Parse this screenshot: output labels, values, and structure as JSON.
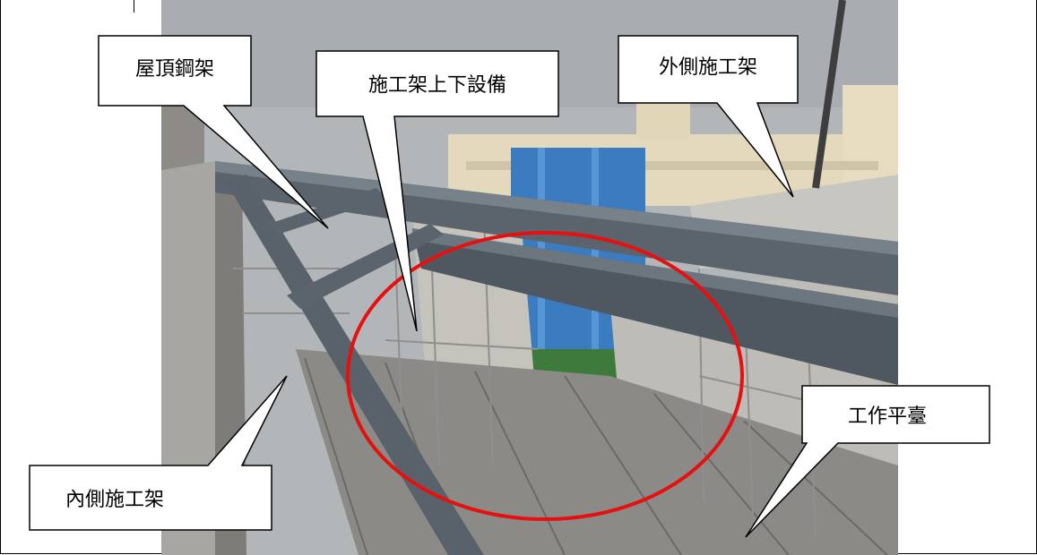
{
  "callouts": {
    "roof_steel": "屋頂鋼架",
    "lift_equipment": "施工架上下設備",
    "outer_scaffold": "外側施工架",
    "work_platform": "工作平臺",
    "inner_scaffold": "內側施工架"
  },
  "colors": {
    "highlight_ellipse": "#e61010",
    "steel_beam": "#5f6870",
    "sky": "#b9bcbf",
    "tarp": "#c9c8c2",
    "building": "#e7dcc0",
    "tank_blue": "#3d7fc3"
  }
}
